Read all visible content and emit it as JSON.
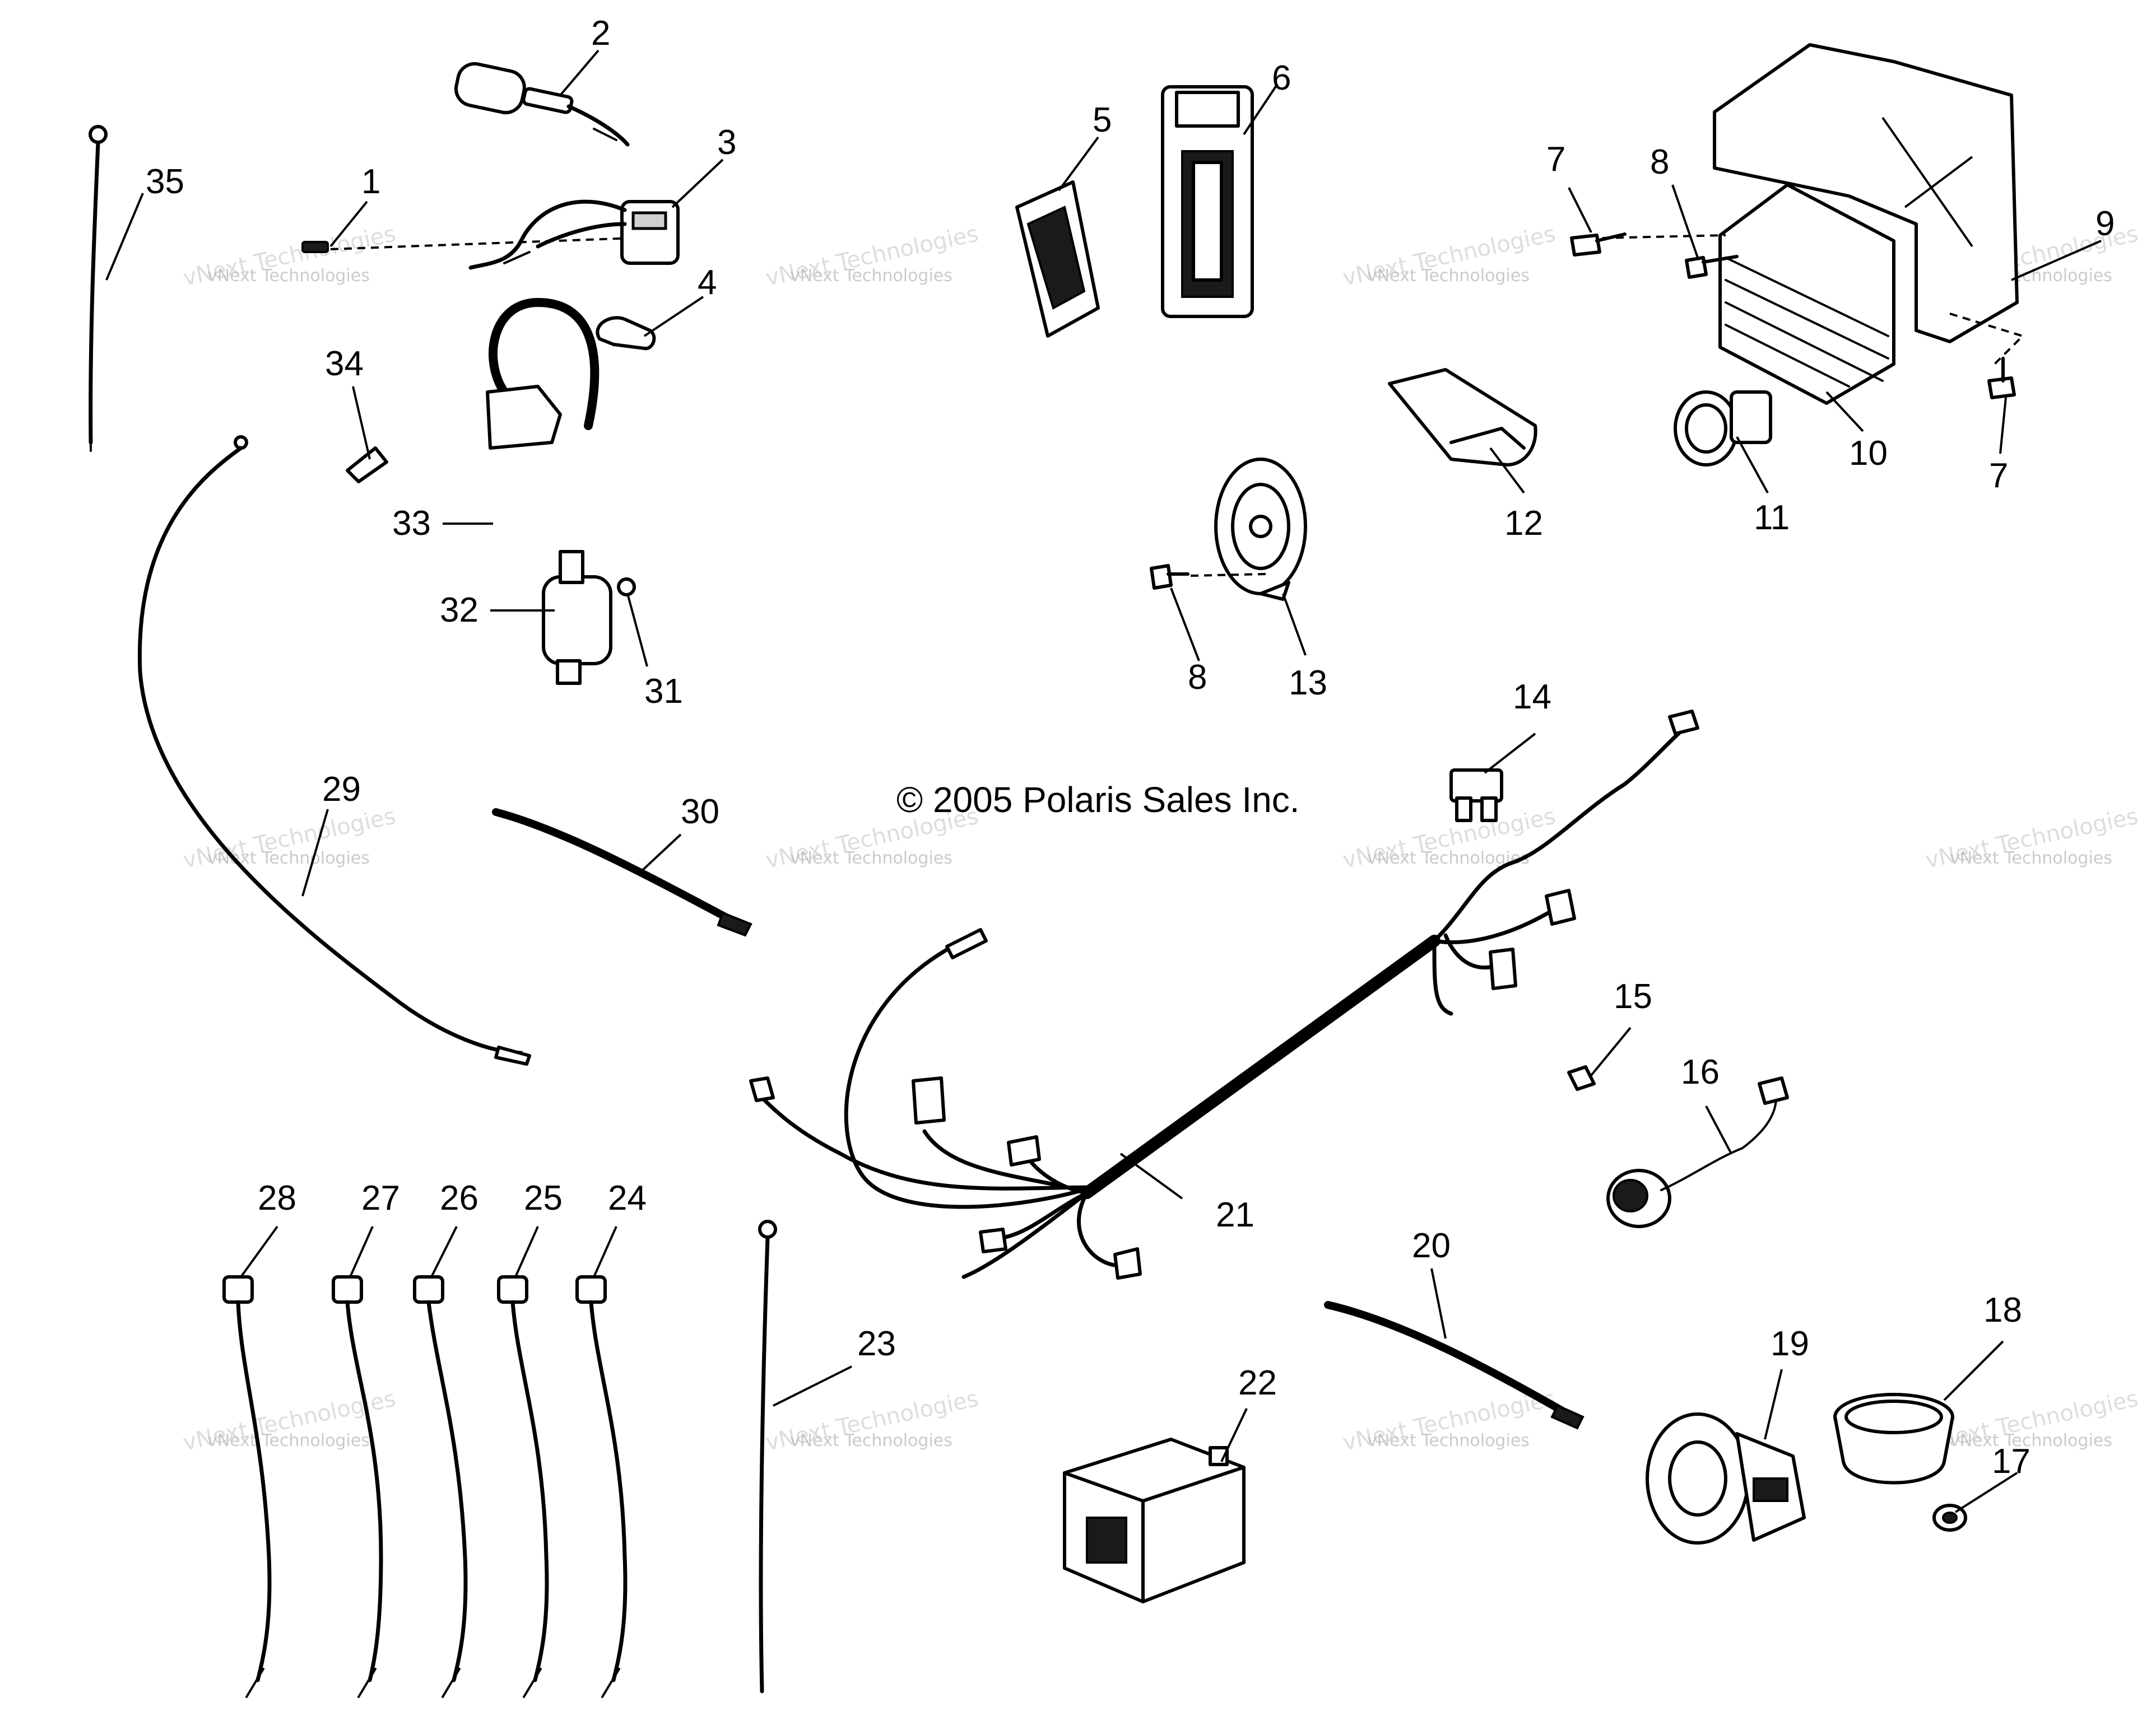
{
  "copyright": "© 2005 Polaris Sales Inc.",
  "watermark": {
    "line1": "vNext Technologies",
    "line2": "vNext Technologies"
  },
  "callouts": [
    "1",
    "2",
    "3",
    "4",
    "5",
    "6",
    "7",
    "7",
    "8",
    "8",
    "9",
    "10",
    "11",
    "12",
    "13",
    "14",
    "15",
    "16",
    "17",
    "18",
    "19",
    "20",
    "21",
    "22",
    "23",
    "24",
    "25",
    "26",
    "27",
    "28",
    "29",
    "30",
    "31",
    "32",
    "33",
    "34",
    "35"
  ]
}
